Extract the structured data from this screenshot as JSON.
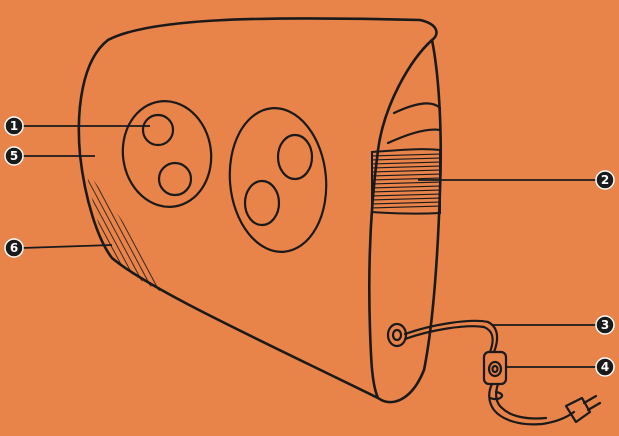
{
  "diagram": {
    "background_color": "#e8834a",
    "outline_color": "#1a1a1a",
    "callouts": [
      {
        "id": "1",
        "label": "1"
      },
      {
        "id": "2",
        "label": "2"
      },
      {
        "id": "3",
        "label": "3"
      },
      {
        "id": "4",
        "label": "4"
      },
      {
        "id": "5",
        "label": "5"
      },
      {
        "id": "6",
        "label": "6"
      }
    ]
  }
}
